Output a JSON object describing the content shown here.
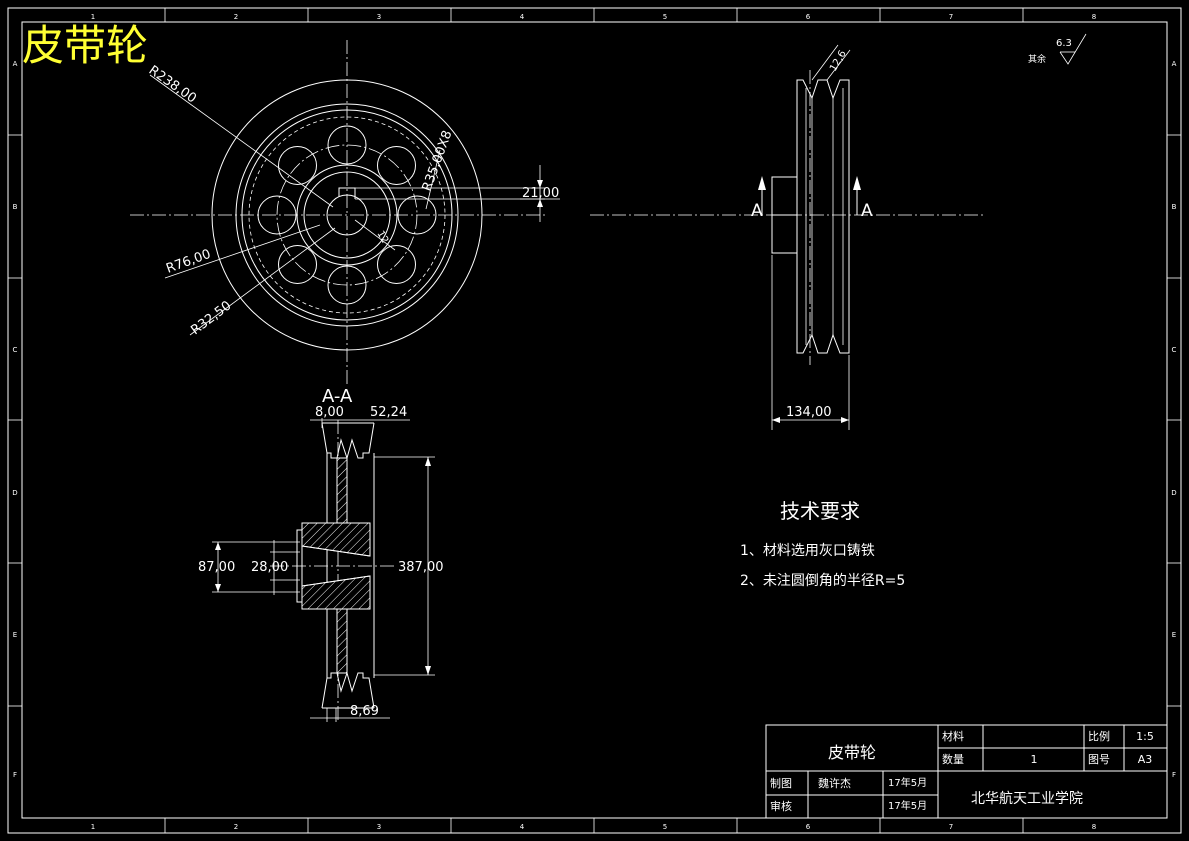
{
  "title": "皮带轮",
  "colors": {
    "background": "#000000",
    "line": "#ffffff",
    "title": "#ffff33"
  },
  "frame": {
    "zones_top": [
      "1",
      "2",
      "3",
      "4",
      "5",
      "6",
      "7",
      "8"
    ],
    "zones_bottom": [
      "1",
      "2",
      "3",
      "4",
      "5",
      "6",
      "7",
      "8"
    ],
    "zones_side": [
      "A",
      "B",
      "C",
      "D",
      "E",
      "F"
    ]
  },
  "dimensions": {
    "r238": "R238,00",
    "r35": "R35,00X8",
    "r76": "R76,00",
    "r32": "R32,50",
    "d21": "21,00",
    "d12": "12",
    "d12_6": "12,6",
    "d134": "134,00",
    "d8": "8,00",
    "d52": "52,24",
    "d87": "87,00",
    "d28": "28,00",
    "d387": "387,00",
    "d8_69": "8,69"
  },
  "section_label": "A-A",
  "view_marks": {
    "left": "A",
    "right": "A"
  },
  "roughness": {
    "label": "其余",
    "value": "6.3"
  },
  "tech": {
    "heading": "技术要求",
    "items": [
      "1、材料选用灰口铸铁",
      "2、未注圆倒角的半径R=5"
    ]
  },
  "title_block": {
    "part_name": "皮带轮",
    "material_label": "材料",
    "material_value": "",
    "scale_label": "比例",
    "scale_value": "1:5",
    "qty_label": "数量",
    "qty_value": "1",
    "sheet_label": "图号",
    "sheet_value": "A3",
    "drawn_label": "制图",
    "drawn_by": "魏许杰",
    "drawn_date": "17年5月",
    "check_label": "审核",
    "check_by": "",
    "check_date": "17年5月",
    "school": "北华航天工业学院"
  }
}
